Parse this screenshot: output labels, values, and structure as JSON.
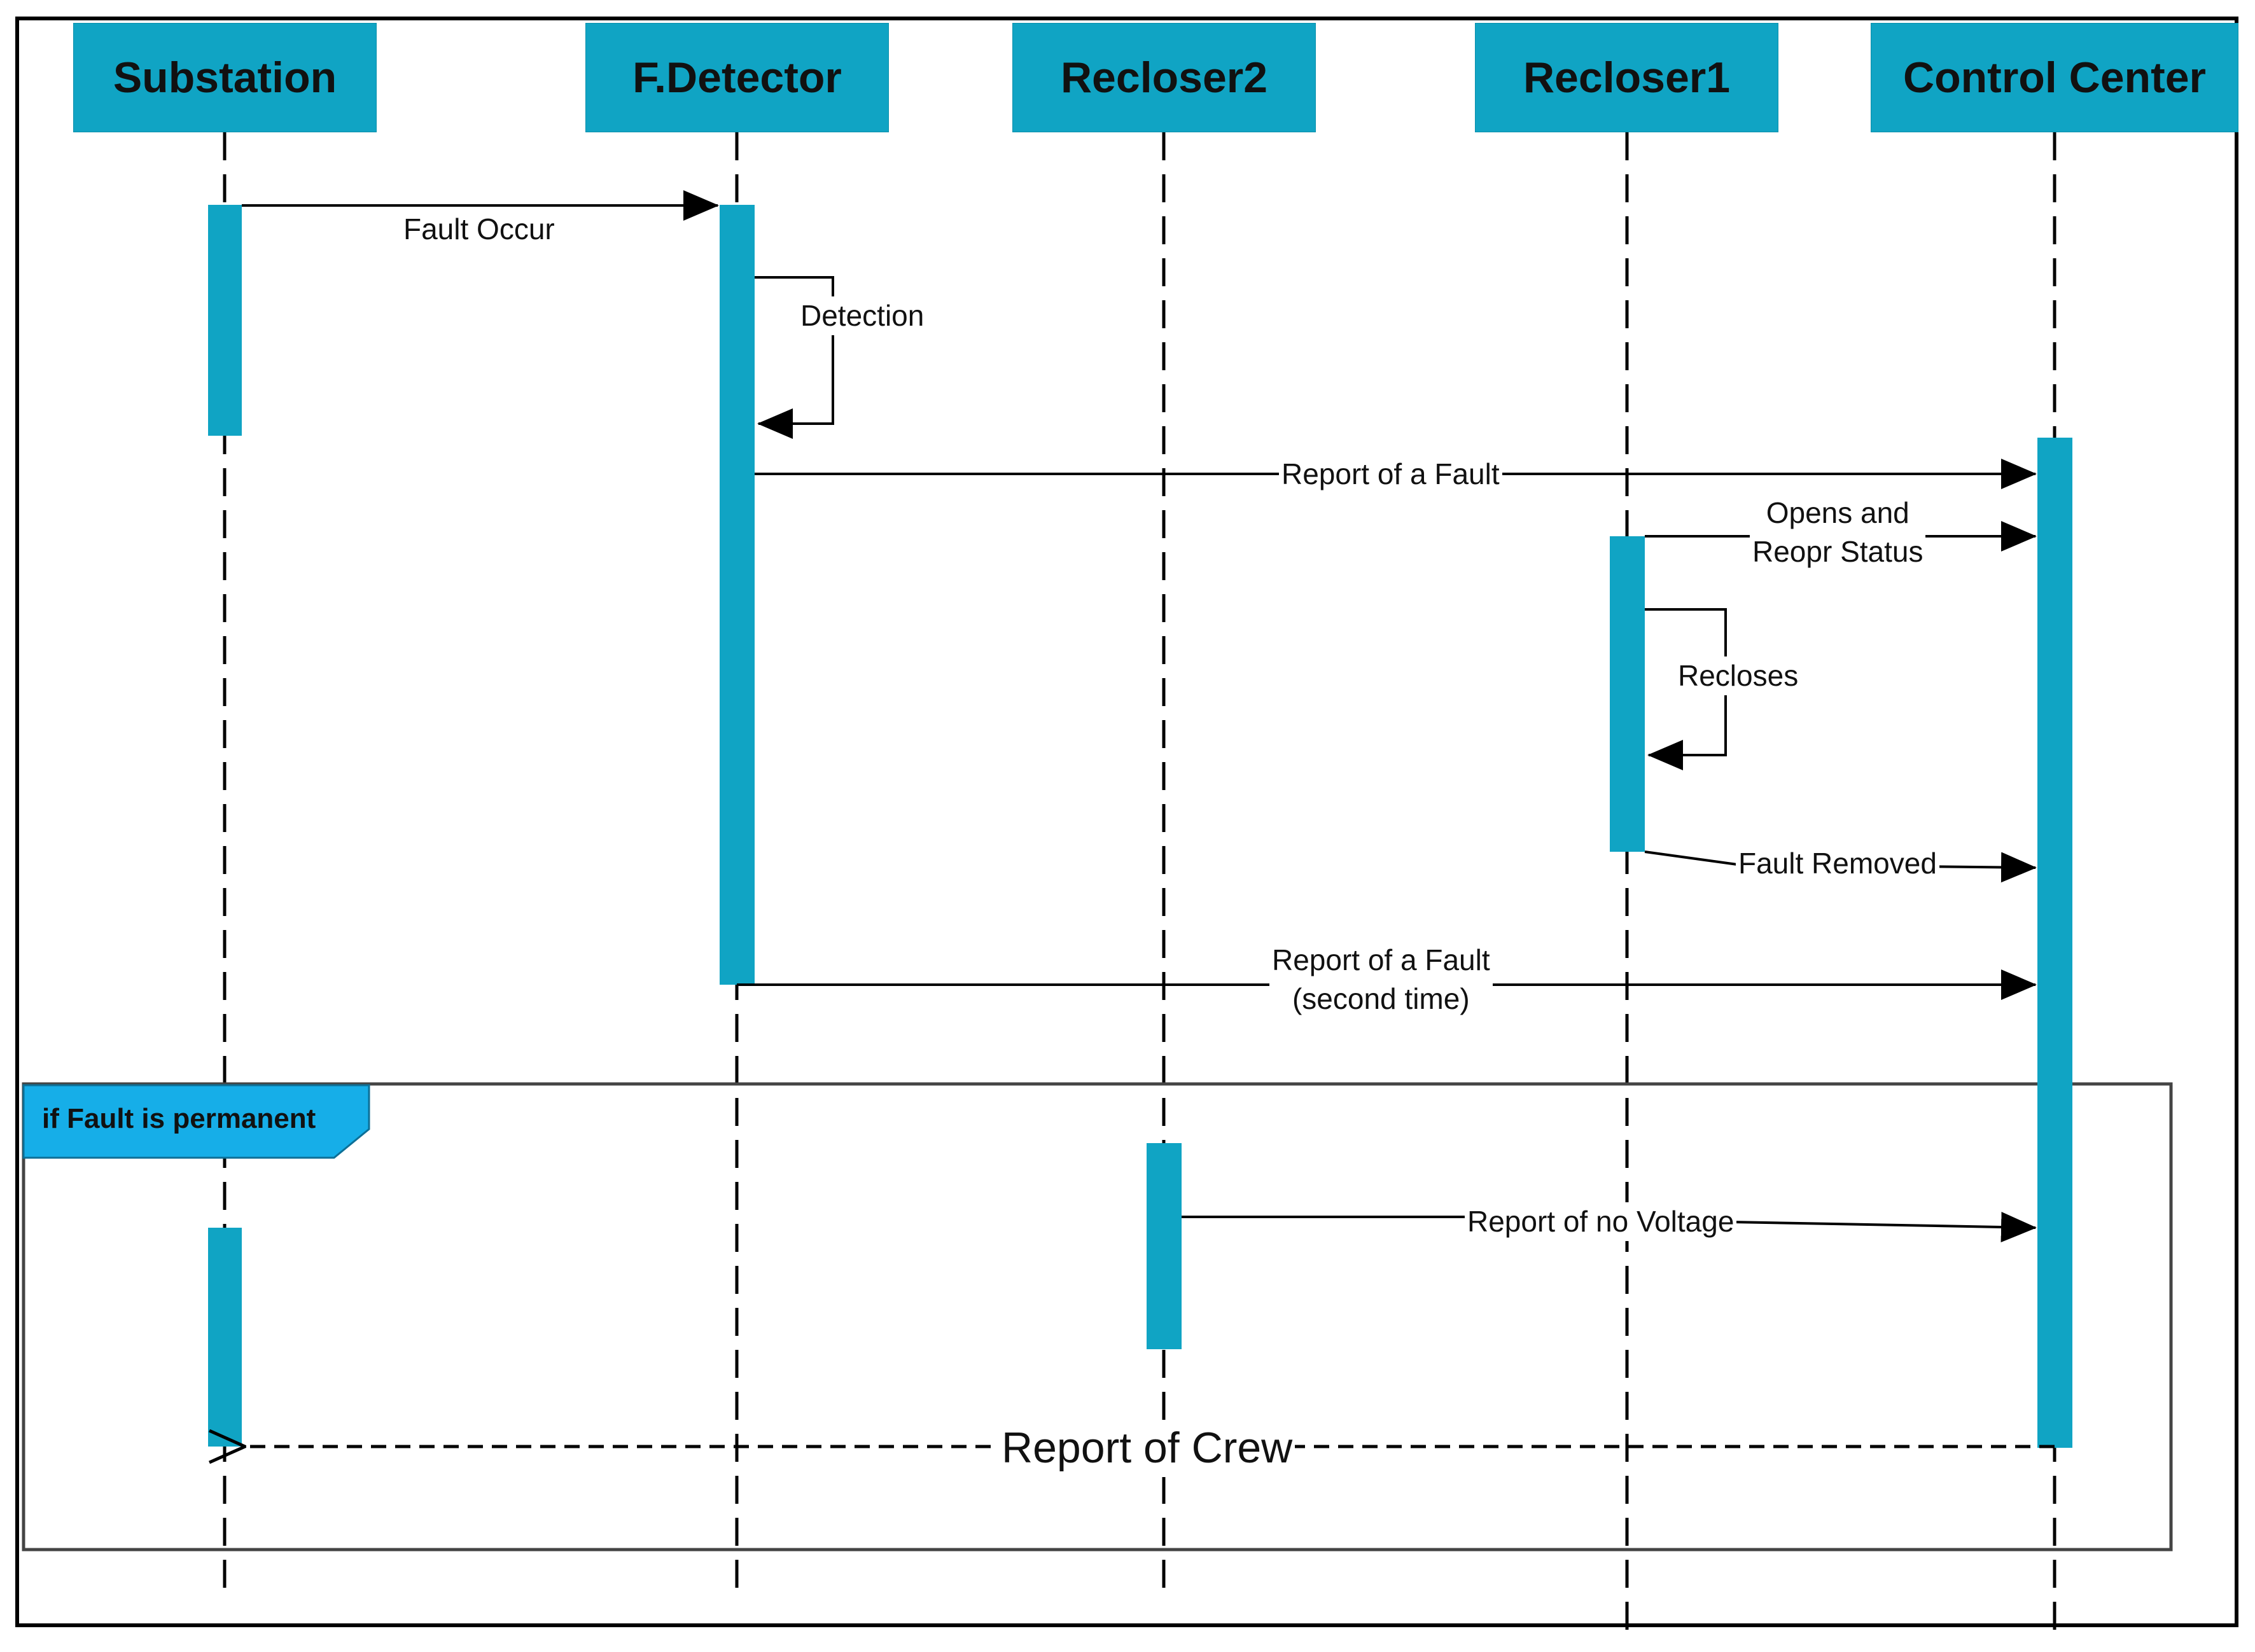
{
  "lifelines": [
    {
      "id": "substation",
      "label": "Substation"
    },
    {
      "id": "fdetector",
      "label": "F.Detector"
    },
    {
      "id": "recloser2",
      "label": "Recloser2"
    },
    {
      "id": "recloser1",
      "label": "Recloser1"
    },
    {
      "id": "control",
      "label": "Control Center"
    }
  ],
  "messages": [
    {
      "from": "substation",
      "to": "fdetector",
      "label": "Fault Occur",
      "style": "solid"
    },
    {
      "from": "fdetector",
      "to": "fdetector",
      "label": "Detection",
      "style": "self"
    },
    {
      "from": "fdetector",
      "to": "control",
      "label": "Report of a Fault",
      "style": "solid"
    },
    {
      "from": "recloser1",
      "to": "control",
      "label": "Opens and\nReopr Status",
      "style": "solid"
    },
    {
      "from": "recloser1",
      "to": "recloser1",
      "label": "Recloses",
      "style": "self"
    },
    {
      "from": "recloser1",
      "to": "control",
      "label": "Fault Removed",
      "style": "solid"
    },
    {
      "from": "fdetector",
      "to": "control",
      "label": "Report of a Fault\n(second time)",
      "style": "solid"
    },
    {
      "from": "recloser2",
      "to": "control",
      "label": "Report of no Voltage",
      "style": "solid"
    },
    {
      "from": "control",
      "to": "substation",
      "label": "Report of Crew",
      "style": "dashed-return"
    }
  ],
  "fragment": {
    "label": "if Fault is permanent"
  },
  "colors": {
    "lifeline_head": "#10a4c4",
    "activation": "#10a4c4",
    "fragment_tab": "#16aee8",
    "line": "#000000"
  }
}
